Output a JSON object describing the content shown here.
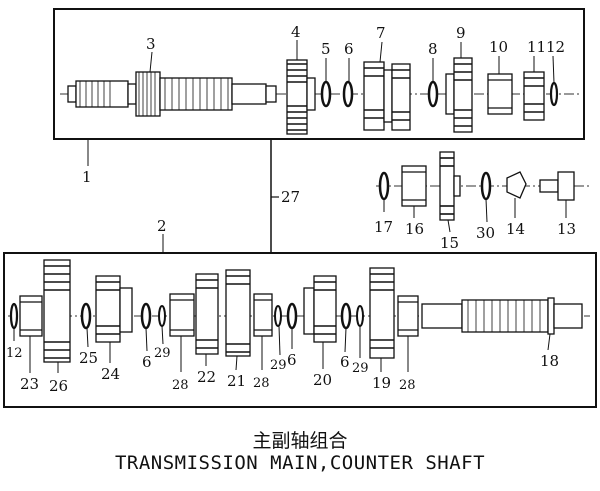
{
  "diagram": {
    "title_cn": "主副轴组合",
    "title_en": "TRANSMISSION MAIN,COUNTER SHAFT"
  },
  "callouts": [
    {
      "id": "c3",
      "text": "3"
    },
    {
      "id": "c4",
      "text": "4"
    },
    {
      "id": "c5",
      "text": "5"
    },
    {
      "id": "c6a",
      "text": "6"
    },
    {
      "id": "c7",
      "text": "7"
    },
    {
      "id": "c8",
      "text": "8"
    },
    {
      "id": "c9",
      "text": "9"
    },
    {
      "id": "c10",
      "text": "10"
    },
    {
      "id": "c11",
      "text": "11"
    },
    {
      "id": "c12a",
      "text": "12"
    },
    {
      "id": "c1",
      "text": "1"
    },
    {
      "id": "c27",
      "text": "27"
    },
    {
      "id": "c2",
      "text": "2"
    },
    {
      "id": "c17",
      "text": "17"
    },
    {
      "id": "c16",
      "text": "16"
    },
    {
      "id": "c15",
      "text": "15"
    },
    {
      "id": "c30",
      "text": "30"
    },
    {
      "id": "c14",
      "text": "14"
    },
    {
      "id": "c13",
      "text": "13"
    },
    {
      "id": "c12b",
      "text": "12"
    },
    {
      "id": "c23",
      "text": "23"
    },
    {
      "id": "c26",
      "text": "26"
    },
    {
      "id": "c25",
      "text": "25"
    },
    {
      "id": "c24",
      "text": "24"
    },
    {
      "id": "c6b",
      "text": "6"
    },
    {
      "id": "c29a",
      "text": "29"
    },
    {
      "id": "c28a",
      "text": "28"
    },
    {
      "id": "c22",
      "text": "22"
    },
    {
      "id": "c21",
      "text": "21"
    },
    {
      "id": "c28b",
      "text": "28"
    },
    {
      "id": "c29b",
      "text": "29"
    },
    {
      "id": "c6c",
      "text": "6"
    },
    {
      "id": "c20",
      "text": "20"
    },
    {
      "id": "c6d",
      "text": "6"
    },
    {
      "id": "c29c",
      "text": "29"
    },
    {
      "id": "c19",
      "text": "19"
    },
    {
      "id": "c28c",
      "text": "28"
    },
    {
      "id": "c18",
      "text": "18"
    }
  ]
}
